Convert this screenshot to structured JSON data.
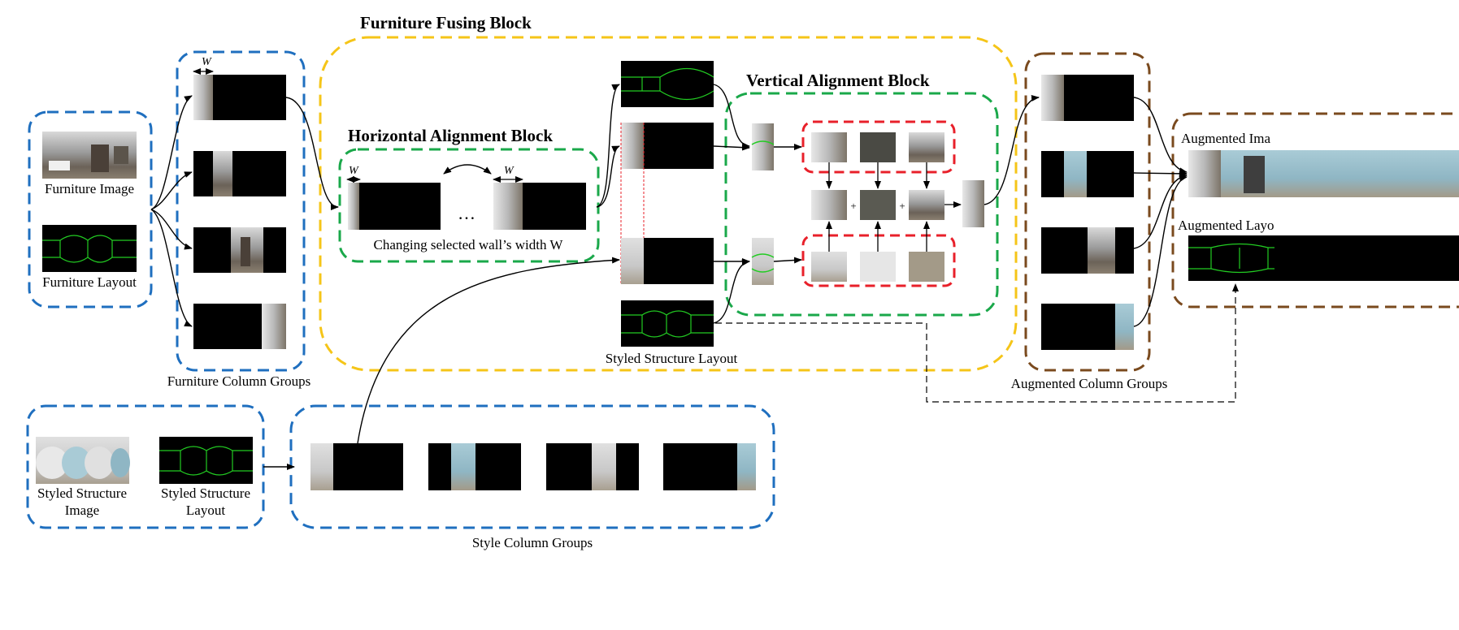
{
  "blocks": {
    "furniture_fusing": "Furniture Fusing Block",
    "horizontal_alignment": "Horizontal Alignment Block",
    "vertical_alignment": "Vertical Alignment Block"
  },
  "labels": {
    "furniture_image": "Furniture Image",
    "furniture_layout": "Furniture Layout",
    "furniture_column_groups": "Furniture Column Groups",
    "width_symbol": "W",
    "ellipsis": "…",
    "changing_width": "Changing selected wall’s width W",
    "styled_structure_layout_center": "Styled Structure Layout",
    "augmented_column_groups": "Augmented Column Groups",
    "augmented_image": "Augmented Ima",
    "augmented_layout": "Augmented Layo",
    "styled_structure_image_l1": "Styled Structure",
    "styled_structure_image_l2": "Image",
    "styled_structure_layout_l1": "Styled Structure",
    "styled_structure_layout_l2": "Layout",
    "style_column_groups": "Style Column Groups",
    "plus": "+"
  },
  "colors": {
    "blue_dashed": "#1f6fbf",
    "yellow_dashed": "#f5c518",
    "green_dashed": "#1aa84a",
    "red_dashed": "#e8202a",
    "brown_dashed": "#7a4a1e",
    "layout_line": "#22cc22",
    "black_panel": "#000000",
    "arrow": "#000000"
  }
}
